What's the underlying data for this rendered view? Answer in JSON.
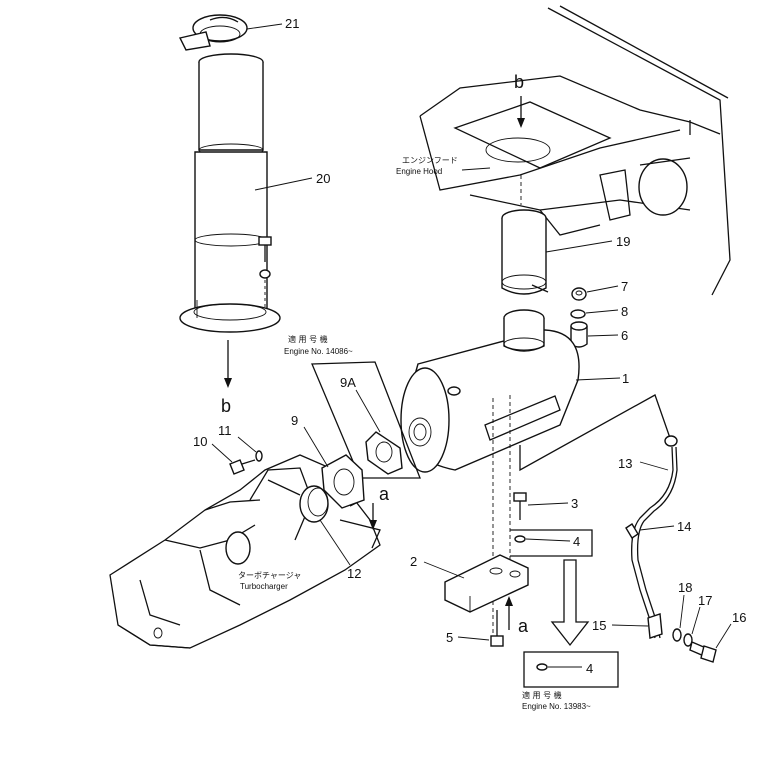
{
  "labels": {
    "p21": "21",
    "p20": "20",
    "p19": "19",
    "p7": "7",
    "p8": "8",
    "p6": "6",
    "p1": "1",
    "p13": "13",
    "p14": "14",
    "p3": "3",
    "p4a": "4",
    "p4b": "4",
    "p2": "2",
    "p5": "5",
    "p15": "15",
    "p18": "18",
    "p17": "17",
    "p16": "16",
    "p9": "9",
    "p9A": "9A",
    "p10": "10",
    "p11": "11",
    "p12": "12"
  },
  "markers": {
    "b_top": "b",
    "b_bottom": "b",
    "a_right": "a",
    "a_lower": "a"
  },
  "captions": {
    "engine_hood_jp": "エンジンフード",
    "engine_hood_en": "Engine Hood",
    "turbo_jp": "ターボチャージャ",
    "turbo_en": "Turbocharger",
    "applic1_jp": "適 用 号 機",
    "applic1_en": "Engine No. 14086~",
    "applic2_jp": "適 用 号 機",
    "applic2_en": "Engine No. 13983~"
  }
}
